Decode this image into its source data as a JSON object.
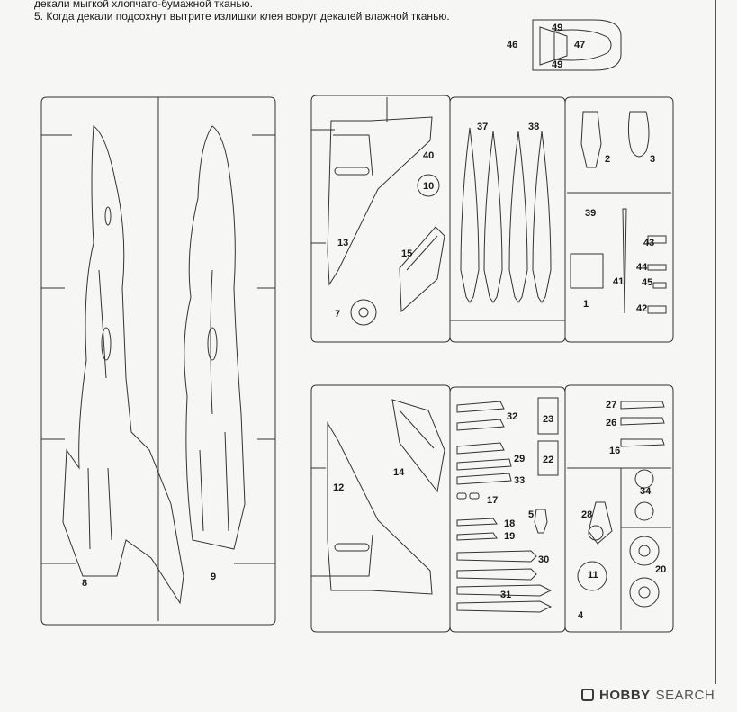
{
  "instructions": {
    "line1": "декали мыгкой хлопчато-бумажной тканью.",
    "line2": "5. Когда декали подсохнут вытрите излишки клея вокруг декалей влажной тканью."
  },
  "labels": [
    "46",
    "47",
    "49",
    "49",
    "8",
    "9",
    "13",
    "15",
    "7",
    "10",
    "40",
    "37",
    "38",
    "2",
    "3",
    "39",
    "1",
    "41",
    "42",
    "43",
    "44",
    "45",
    "12",
    "14",
    "32",
    "29",
    "33",
    "17",
    "18",
    "19",
    "30",
    "31",
    "23",
    "22",
    "5",
    "28",
    "11",
    "4",
    "27",
    "26",
    "16",
    "34",
    "20"
  ],
  "watermark": {
    "brand": "HOBBY",
    "brand2": "SEARCH"
  }
}
